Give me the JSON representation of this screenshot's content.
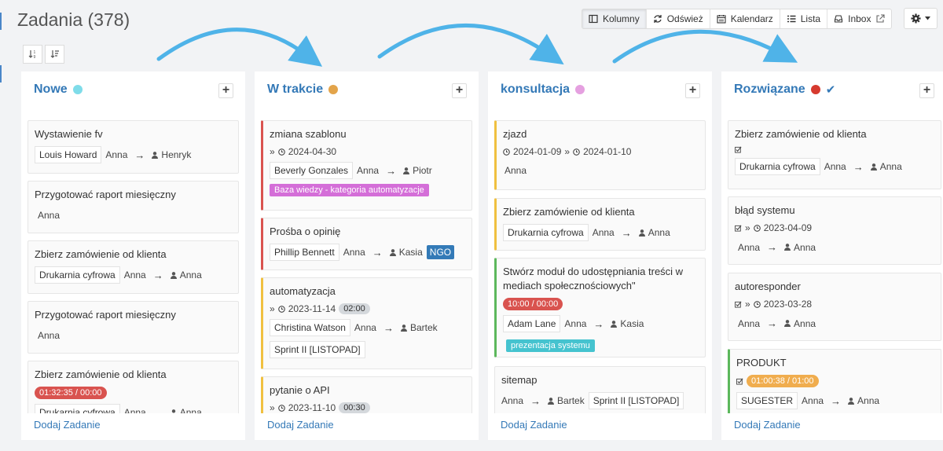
{
  "page": {
    "title": "Zadania (378)"
  },
  "toolbar": {
    "kolumny": "Kolumny",
    "odswiez": "Odśwież",
    "kalendarz": "Kalendarz",
    "lista": "Lista",
    "inbox": "Inbox"
  },
  "colors": {
    "accent": "#3479b7",
    "arrow": "#4fb3e8",
    "red": "#d9534f",
    "yellow": "#f0c040",
    "green": "#5cb85c"
  },
  "add_task": "Dodaj Zadanie",
  "arrow": "→",
  "sep": "»",
  "columns": [
    {
      "title": "Nowe",
      "dot": "#7fdce9",
      "cards": [
        {
          "title": "Wystawienie fv",
          "client": "Louis Howard",
          "from": "Anna",
          "to": "Henryk"
        },
        {
          "title": "Przygotować raport miesięczny",
          "from": "Anna"
        },
        {
          "title": "Zbierz zamówienie od klienta",
          "client": "Drukarnia cyfrowa",
          "from": "Anna",
          "to": "Anna"
        },
        {
          "title": "Przygotować raport miesięczny",
          "from": "Anna"
        },
        {
          "title": "Zbierz zamówienie od klienta",
          "timer": "01:32:35 / 00:00",
          "client": "Drukarnia cyfrowa",
          "from": "Anna",
          "to": "Anna"
        }
      ]
    },
    {
      "title": "W trakcie",
      "dot": "#e3a44a",
      "cards": [
        {
          "title": "zmiana szablonu",
          "date": "2024-04-30",
          "client": "Beverly Gonzales",
          "from": "Anna",
          "to": "Piotr",
          "label": "Baza wiedzy - kategoria automatyzacje",
          "label_color": "#d46ed8"
        },
        {
          "title": "Prośba o opinię",
          "client": "Phillip Bennett",
          "from": "Anna",
          "to": "Kasia",
          "label": "NGO",
          "label_color": "#337ab7"
        },
        {
          "title": "automatyzacja",
          "date": "2023-11-14",
          "pill": "02:00",
          "client": "Christina Watson",
          "from": "Anna",
          "to": "Bartek",
          "tag2": "Sprint II [LISTOPAD]"
        },
        {
          "title": "pytanie o API",
          "date": "2023-11-10",
          "pill": "00:30"
        }
      ]
    },
    {
      "title": "konsultacja",
      "dot": "#e5a0e0",
      "cards": [
        {
          "title": "zjazd",
          "date_from": "2024-01-09",
          "date_to": "2024-01-10",
          "from": "Anna"
        },
        {
          "title": "Zbierz zamówienie od klienta",
          "client": "Drukarnia cyfrowa",
          "from": "Anna",
          "to": "Anna"
        },
        {
          "title": "Stwórz moduł do udostępniania treści w mediach społecznościowych\"",
          "timer": "10:00 / 00:00",
          "client": "Adam Lane",
          "from": "Anna",
          "to": "Kasia",
          "label": "prezentacja systemu",
          "label_color": "#45c3cf"
        },
        {
          "title": "sitemap",
          "from": "Anna",
          "to": "Bartek",
          "tag2": "Sprint II [LISTOPAD]"
        }
      ]
    },
    {
      "title": "Rozwiązane",
      "dot": "#d63a2f",
      "cards": [
        {
          "title": "Zbierz zamówienie od klienta",
          "client": "Drukarnia cyfrowa",
          "from": "Anna",
          "to": "Anna"
        },
        {
          "title": "błąd systemu",
          "date": "2023-04-09",
          "from": "Anna",
          "to": "Anna"
        },
        {
          "title": "autoresponder",
          "date": "2023-03-28",
          "from": "Anna",
          "to": "Anna"
        },
        {
          "title": "PRODUKT",
          "timer": "01:00:38 / 01:00",
          "client": "SUGESTER",
          "from": "Anna",
          "to": "Anna"
        }
      ]
    }
  ]
}
